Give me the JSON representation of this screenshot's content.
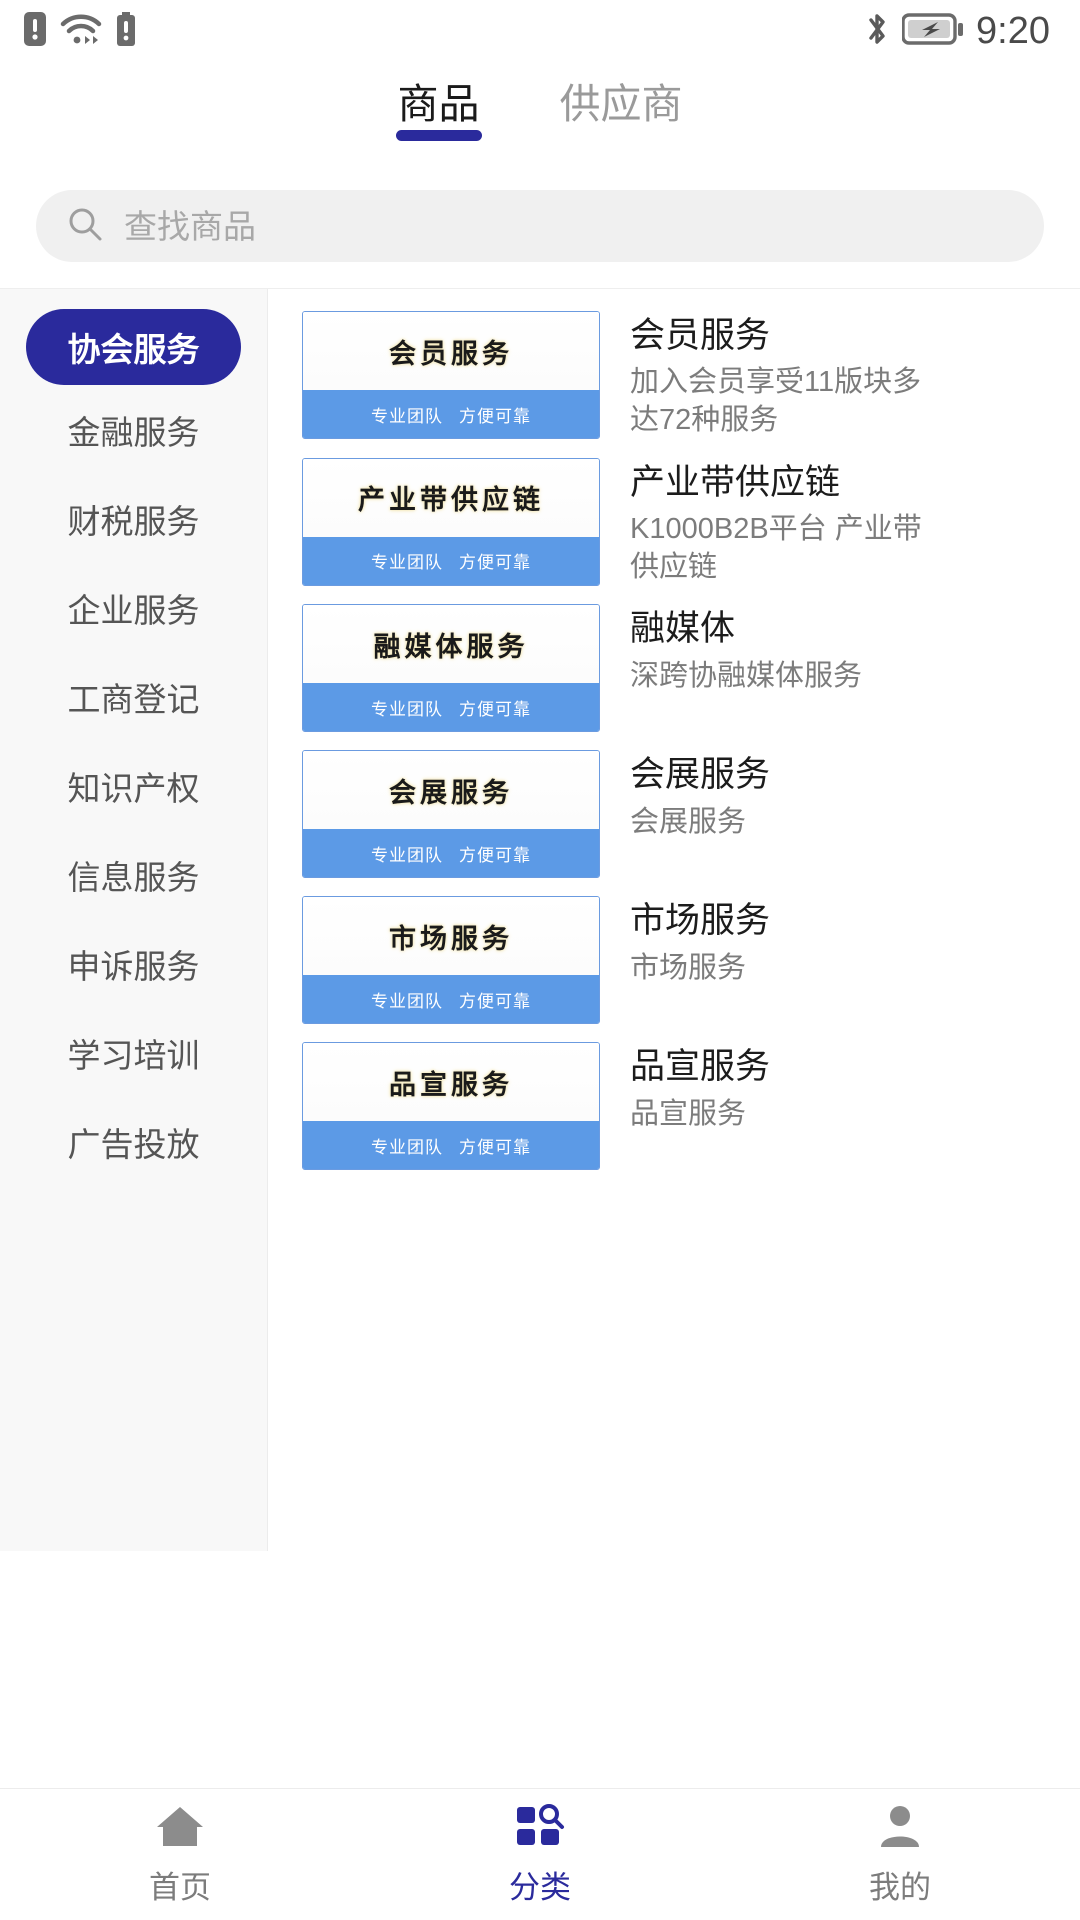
{
  "theme": {
    "accent": "#2a2a9c",
    "thumb_blue": "#5c9ae6",
    "muted": "#7c7c7c"
  },
  "statusbar": {
    "time": "9:20",
    "left_icons": [
      "sim-alert-icon",
      "wifi-icon",
      "battery-alert-icon"
    ],
    "right_icons": [
      "bluetooth-icon",
      "battery-charging-icon"
    ]
  },
  "tabs": [
    {
      "label": "商品",
      "active": true
    },
    {
      "label": "供应商",
      "active": false
    }
  ],
  "search": {
    "placeholder": "查找商品",
    "value": "",
    "icon": "search-icon"
  },
  "sidebar": {
    "items": [
      {
        "label": "协会服务",
        "active": true
      },
      {
        "label": "金融服务",
        "active": false
      },
      {
        "label": "财税服务",
        "active": false
      },
      {
        "label": "企业服务",
        "active": false
      },
      {
        "label": "工商登记",
        "active": false
      },
      {
        "label": "知识产权",
        "active": false
      },
      {
        "label": "信息服务",
        "active": false
      },
      {
        "label": "申诉服务",
        "active": false
      },
      {
        "label": "学习培训",
        "active": false
      },
      {
        "label": "广告投放",
        "active": false
      }
    ]
  },
  "products": [
    {
      "thumb_title": "会员服务",
      "thumb_tag_left": "专业团队",
      "thumb_tag_right": "方便可靠",
      "name": "会员服务",
      "desc": "加入会员享受11版块多达72种服务"
    },
    {
      "thumb_title": "产业带供应链",
      "thumb_tag_left": "专业团队",
      "thumb_tag_right": "方便可靠",
      "name": "产业带供应链",
      "desc": "K1000B2B平台 产业带供应链"
    },
    {
      "thumb_title": "融媒体服务",
      "thumb_tag_left": "专业团队",
      "thumb_tag_right": "方便可靠",
      "name": "融媒体",
      "desc": "深跨协融媒体服务"
    },
    {
      "thumb_title": "会展服务",
      "thumb_tag_left": "专业团队",
      "thumb_tag_right": "方便可靠",
      "name": "会展服务",
      "desc": "会展服务"
    },
    {
      "thumb_title": "市场服务",
      "thumb_tag_left": "专业团队",
      "thumb_tag_right": "方便可靠",
      "name": "市场服务",
      "desc": "市场服务"
    },
    {
      "thumb_title": "品宣服务",
      "thumb_tag_left": "专业团队",
      "thumb_tag_right": "方便可靠",
      "name": "品宣服务",
      "desc": "品宣服务"
    }
  ],
  "bottomnav": [
    {
      "label": "首页",
      "icon": "home-icon",
      "active": false
    },
    {
      "label": "分类",
      "icon": "grid-search-icon",
      "active": true
    },
    {
      "label": "我的",
      "icon": "person-icon",
      "active": false
    }
  ]
}
